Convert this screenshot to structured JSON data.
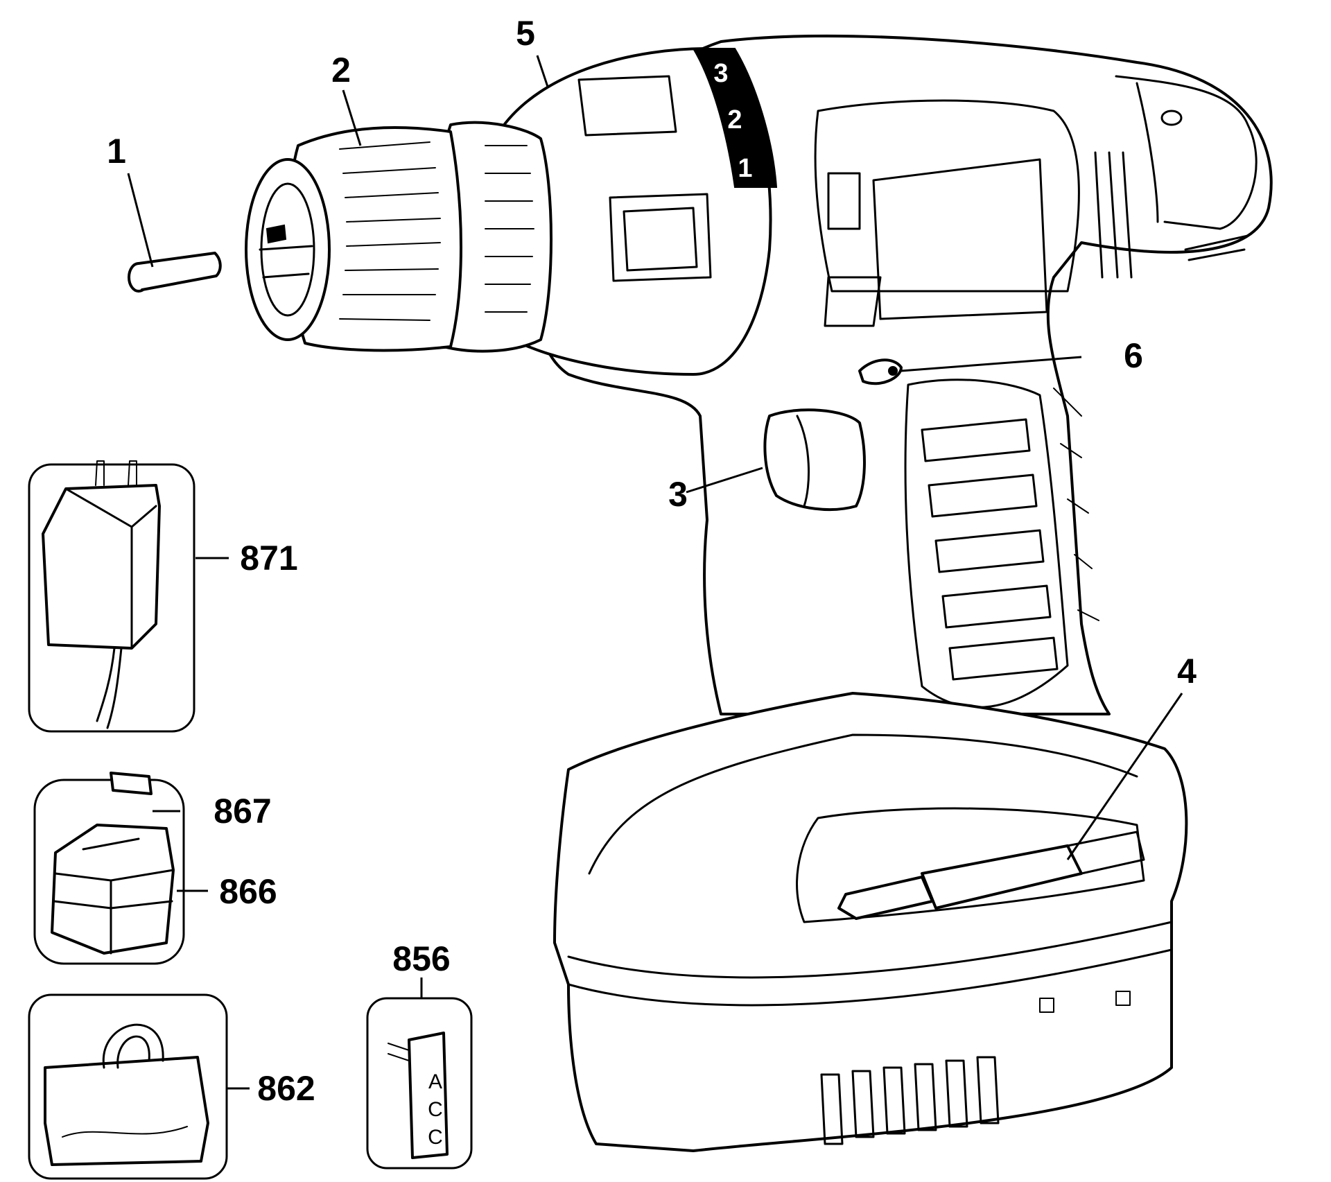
{
  "callouts": {
    "pin": "1",
    "chuck": "2",
    "trigger": "3",
    "bit": "4",
    "clutch": "5",
    "switch": "6",
    "charger": "871",
    "terminal_cover": "867",
    "battery": "866",
    "bag": "862",
    "bit_holder": "856"
  },
  "clutch_dial": [
    "1",
    "2",
    "3"
  ],
  "tag_letters": [
    "A",
    "C",
    "C"
  ]
}
